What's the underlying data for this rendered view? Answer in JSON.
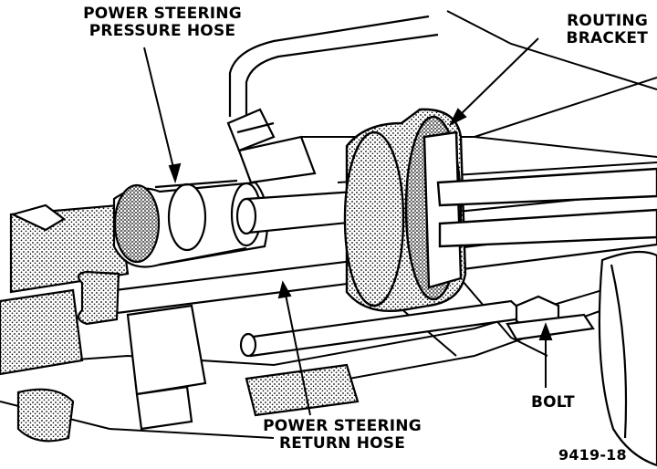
{
  "labels": {
    "pressure_hose": [
      "POWER STEERING",
      "PRESSURE HOSE"
    ],
    "routing_bracket": [
      "ROUTING",
      "BRACKET"
    ],
    "return_hose": [
      "POWER STEERING",
      "RETURN HOSE"
    ],
    "bolt": "BOLT",
    "figure_id": "9419-18"
  },
  "colors": {
    "ink": "#000000",
    "paper": "#ffffff",
    "stipple": "#7a7a7a"
  }
}
